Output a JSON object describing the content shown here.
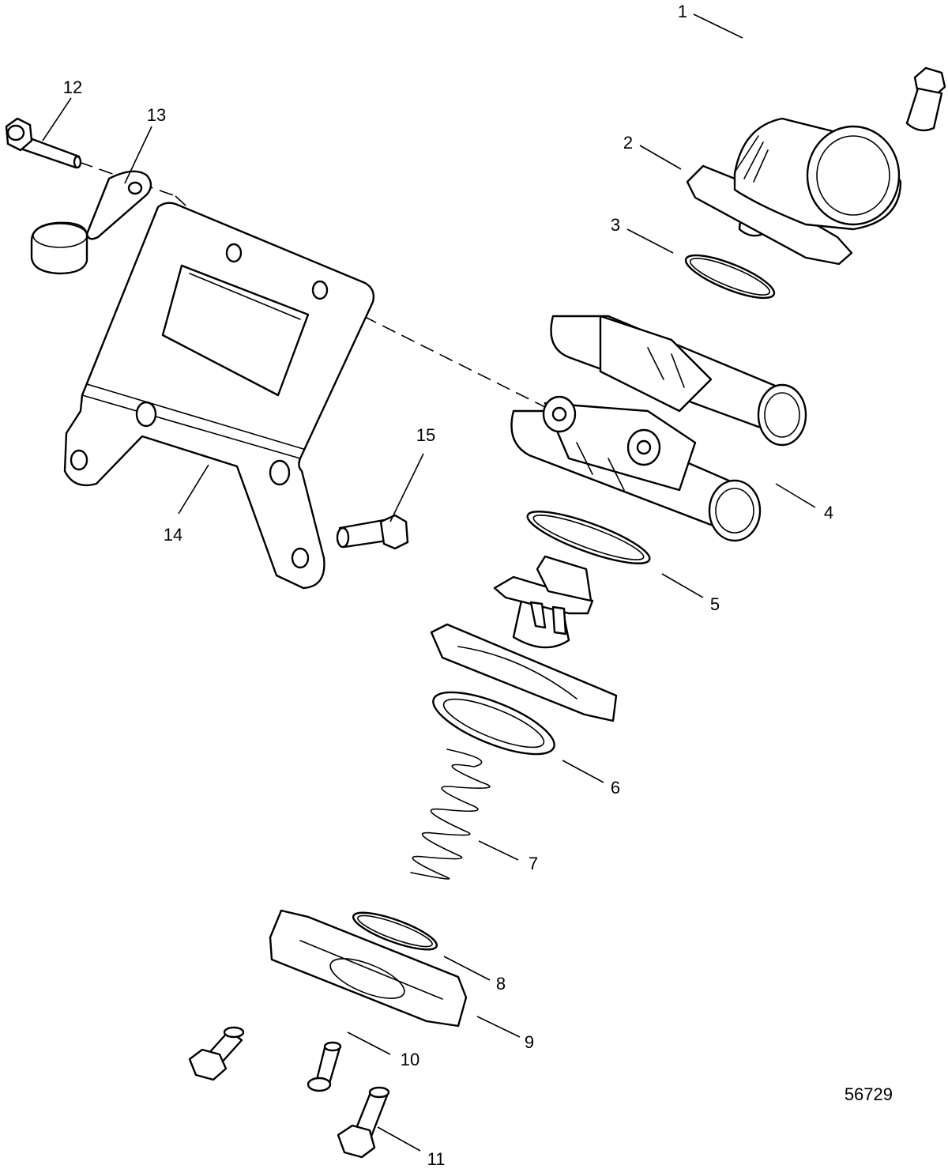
{
  "figure_number": "56729",
  "callouts": [
    {
      "id": "1",
      "label": "1"
    },
    {
      "id": "2",
      "label": "2"
    },
    {
      "id": "3",
      "label": "3"
    },
    {
      "id": "4",
      "label": "4"
    },
    {
      "id": "5",
      "label": "5"
    },
    {
      "id": "6",
      "label": "6"
    },
    {
      "id": "7",
      "label": "7"
    },
    {
      "id": "8",
      "label": "8"
    },
    {
      "id": "9",
      "label": "9"
    },
    {
      "id": "10",
      "label": "10"
    },
    {
      "id": "11",
      "label": "11"
    },
    {
      "id": "12",
      "label": "12"
    },
    {
      "id": "13",
      "label": "13"
    },
    {
      "id": "14",
      "label": "14"
    },
    {
      "id": "15",
      "label": "15"
    }
  ]
}
